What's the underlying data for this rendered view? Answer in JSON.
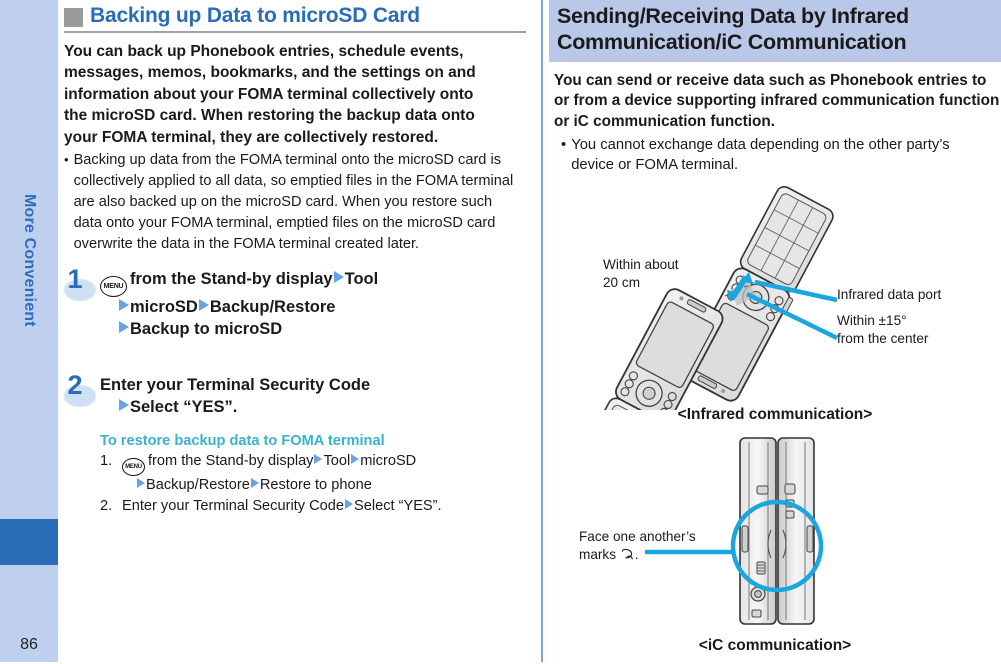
{
  "sidebar": {
    "chapter_label": "More Convenient",
    "page_number": "86",
    "tab_color": "#bfd0ee",
    "marker_color": "#2b6cb6"
  },
  "left_column": {
    "heading": "Backing up Data to microSD Card",
    "heading_color": "#2b6cb6",
    "lead": "You can back up Phonebook entries, schedule events, messages, memos, bookmarks, and the settings on and information about your FOMA terminal collectively onto the microSD card. When restoring the backup data onto your FOMA terminal, they are collectively restored.",
    "bullet_marker": "•",
    "bullet": "Backing up data from the FOMA terminal onto the microSD card is collectively applied to all data, so emptied files in the FOMA terminal are also backed up on the microSD card. When you restore such data onto your FOMA terminal, emptied files on the microSD card overwrite the data in the FOMA terminal created later.",
    "steps": [
      {
        "number": "1",
        "menu_key": "MENU",
        "line1_a": "from the Stand-by display",
        "line1_b": "Tool",
        "line2_a": "microSD",
        "line2_b": "Backup/Restore",
        "line3_a": "Backup to microSD"
      },
      {
        "number": "2",
        "line1_a": "Enter your Terminal Security Code",
        "line2_a": "Select “YES”."
      }
    ],
    "sub_section": {
      "title": "To restore backup data to FOMA terminal",
      "title_color": "#37b4cd",
      "items": [
        {
          "number": "1.",
          "menu_key": "MENU",
          "part_a": "from the Stand-by display",
          "part_b": "Tool",
          "part_c": "microSD",
          "part_d": "Backup/Restore",
          "part_e": "Restore to phone"
        },
        {
          "number": "2.",
          "part_a": "Enter your Terminal Security Code",
          "part_b": "Select “YES”."
        }
      ]
    }
  },
  "right_column": {
    "banner_title": "Sending/Receiving Data by Infrared Communication/iC Communication",
    "banner_color": "#b9c8e8",
    "lead": "You can send or receive data such as Phonebook entries to or from a device supporting infrared communication function or iC communication function.",
    "bullet_marker": "•",
    "bullet": "You cannot exchange data depending on the other party’s device or FOMA terminal.",
    "figure_infrared": {
      "caption": "<Infrared communication>",
      "label_distance": "Within about\n20 cm",
      "label_distance_l1": "Within about",
      "label_distance_l2": "20 cm",
      "label_port": "Infrared data port",
      "label_angle_l1": "Within ±15°",
      "label_angle_l2": "from the center",
      "accent_color": "#1aa7e0"
    },
    "figure_ic": {
      "caption": "<iC communication>",
      "label_l1": "Face one another’s",
      "label_l2_pre": "marks",
      "label_l2_post": ".",
      "mark_icon": "ic-felica-mark",
      "accent_color": "#1aa7e0"
    }
  }
}
